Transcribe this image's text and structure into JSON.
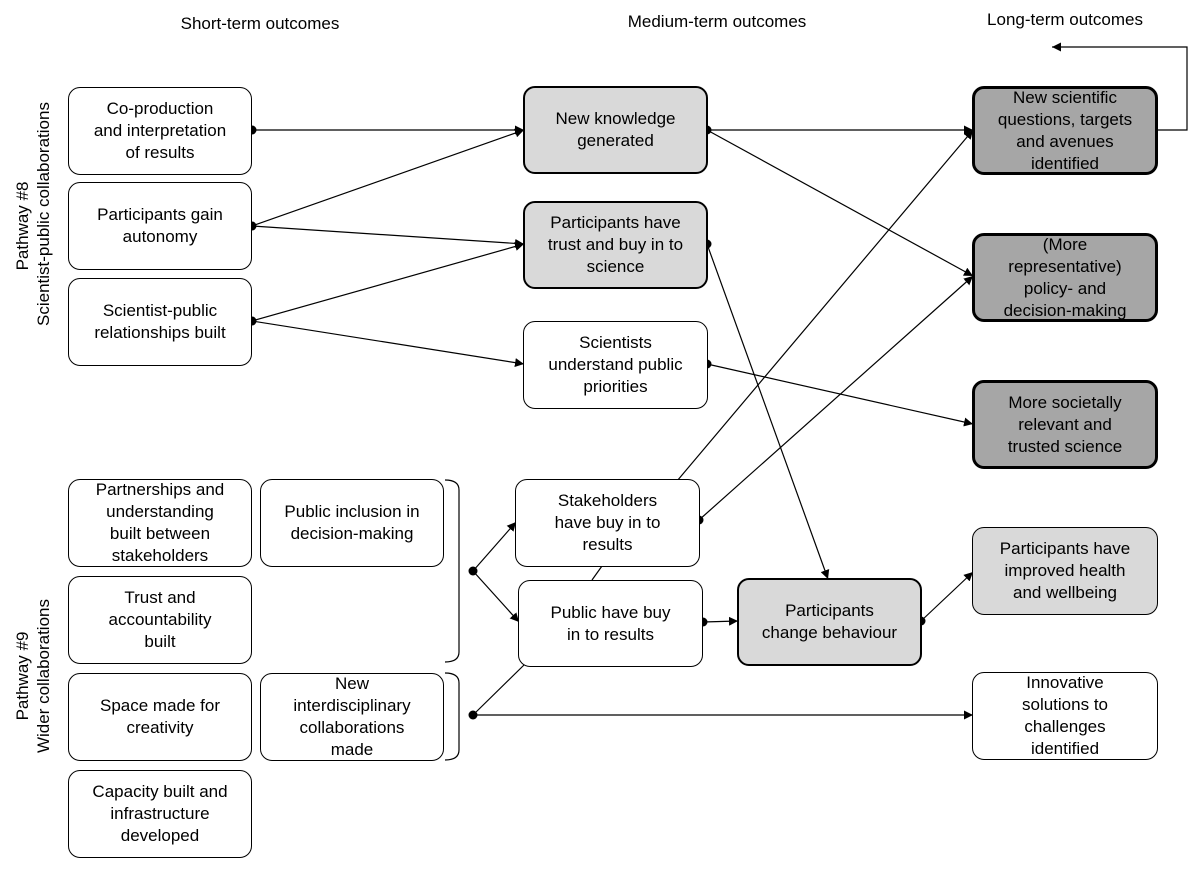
{
  "columns": {
    "short": "Short-term outcomes",
    "medium": "Medium-term outcomes",
    "long": "Long-term outcomes"
  },
  "pathways": {
    "p8": {
      "number": "Pathway #8",
      "name": "Scientist-public collaborations"
    },
    "p9": {
      "number": "Pathway #9",
      "name": "Wider collaborations"
    }
  },
  "nodes": {
    "coproduction": "Co-production\nand interpretation\nof results",
    "autonomy": "Participants gain\nautonomy",
    "relationships": "Scientist-public\nrelationships built",
    "partnerships": "Partnerships and\nunderstanding\nbuilt between\nstakeholders",
    "trust_accountability": "Trust and\naccountability\nbuilt",
    "creativity": "Space made for\ncreativity",
    "capacity": "Capacity built and\ninfrastructure\ndeveloped",
    "public_inclusion": "Public inclusion in\ndecision-making",
    "interdisciplinary": "New\ninterdisciplinary\ncollaborations\nmade",
    "new_knowledge": "New knowledge\ngenerated",
    "trust_science": "Participants have\ntrust and buy in to\nscience",
    "scientists_understand": "Scientists\nunderstand public\npriorities",
    "stakeholders_buyin": "Stakeholders\nhave buy in to\nresults",
    "public_buyin": "Public have buy\nin to results",
    "change_behaviour": "Participants\nchange behaviour",
    "new_questions": "New scientific\nquestions, targets\nand avenues\nidentified",
    "policy": "(More\nrepresentative)\npolicy- and\ndecision-making",
    "societal_science": "More societally\nrelevant and\ntrusted science",
    "health": "Participants have\nimproved health\nand wellbeing",
    "innovative": "Innovative\nsolutions to\nchallenges\nidentified"
  },
  "colors": {
    "line": "#000000",
    "medium_fill": "#d9d9d9",
    "long_fill": "#a6a6a6",
    "white_fill": "#ffffff"
  }
}
